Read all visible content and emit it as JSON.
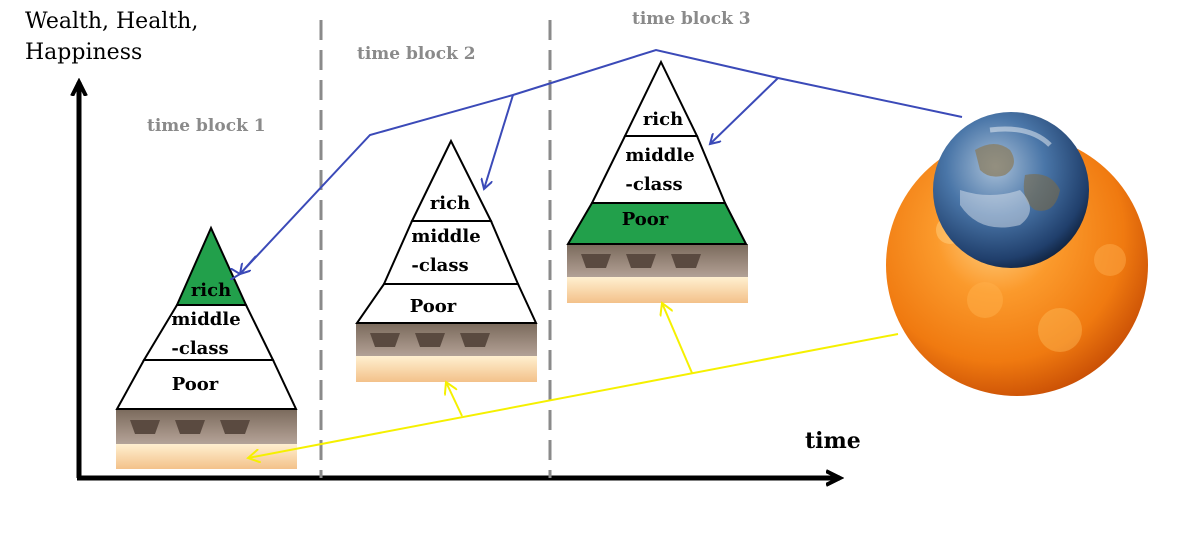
{
  "axes": {
    "y_label_line1": "Wealth, Health,",
    "y_label_line2": "Happiness",
    "x_label": "time"
  },
  "time_blocks": [
    {
      "label": "time block 1",
      "tiers": {
        "top": "rich",
        "middle_1": "middle",
        "middle_2": "-class",
        "bottom": "Poor"
      },
      "highlighted_tier": "rich"
    },
    {
      "label": "time block 2",
      "tiers": {
        "top": "rich",
        "middle_1": "middle",
        "middle_2": "-class",
        "bottom": "Poor"
      },
      "highlighted_tier": "none"
    },
    {
      "label": "time block 3",
      "tiers": {
        "top": "rich",
        "middle_1": "middle",
        "middle_2": "-class",
        "bottom": "Poor"
      },
      "highlighted_tier": "Poor"
    }
  ],
  "colors": {
    "highlight_green": "#22a04b",
    "earth_arrows_blue": "#3b4ab8",
    "sun_arrows_yellow": "#f5f000",
    "divider_gray": "#8a8a8a",
    "time_block_label_gray": "#8a8a8a",
    "sun_orange": "#f07a10",
    "earth_blue": "#2d5d98"
  },
  "icons": [
    "earth-icon",
    "sun-icon",
    "rocket-engine-icon"
  ]
}
